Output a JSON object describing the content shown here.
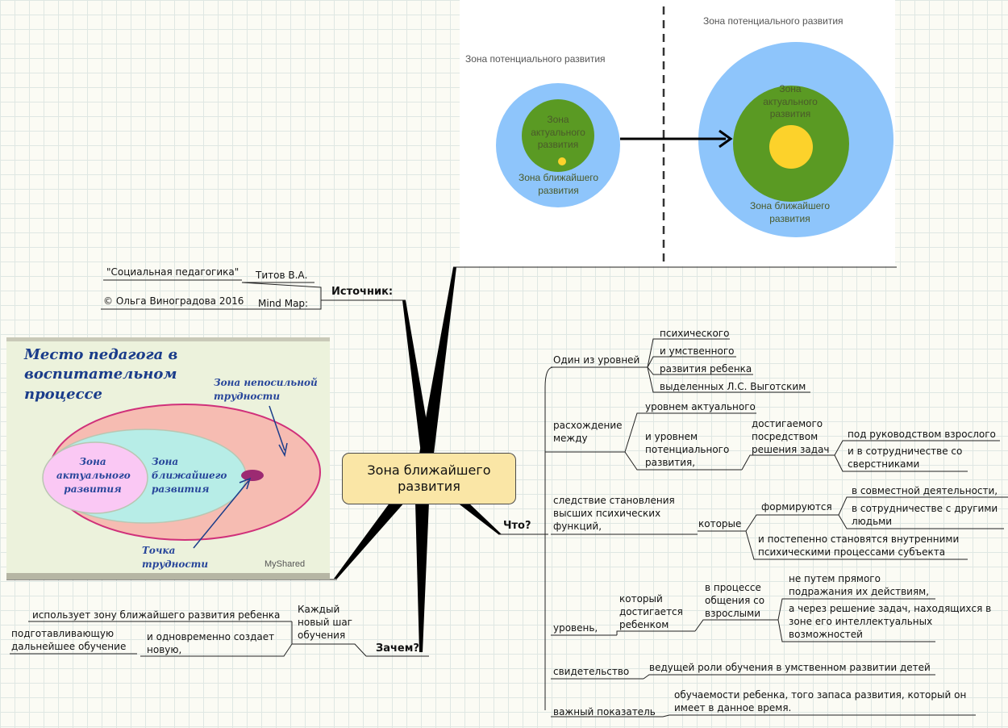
{
  "central_topic": "Зона ближайшего\nразвития",
  "source": {
    "label": "Источник:",
    "author": "Титов В.А.",
    "book": "\"Социальная педагогика\"",
    "mindmap_label": "Mind Map:",
    "copyright": "© Ольга Виноградова 2016"
  },
  "why": {
    "label": "Зачем?",
    "step": "Каждый\nновый шаг\nобучения",
    "uses": "использует зону ближайшего развития ребенка",
    "creates": "и одновременно создает\nновую,",
    "preparing": "подготавливающую\nдальнейшее обучение"
  },
  "what": {
    "label": "Что?",
    "one_of_levels": "Один из уровней",
    "levels": [
      "психического",
      "и умственного",
      "развития ребенка",
      "выделенных Л.С. Выготским"
    ],
    "divergence": "расхождение\nмежду",
    "actual_level": "уровнем актуального",
    "potential_level": "и уровнем\nпотенциального\nразвития,",
    "achieved": "достигаемого\nпосредством\nрешения задач",
    "under_guidance": "под руководством взрослого",
    "with_peers": "и в сотрудничестве со\nсверстниками",
    "consequence": "следствие становления\nвысших психических\nфункций,",
    "which": "которые",
    "formed": "формируются",
    "joint_activity": "в совместной деятельности,",
    "cooperation": "в сотрудничестве с другими\nлюдьми",
    "internal": "и постепенно становятся внутренними\nпсихическими процессами субъекта",
    "level": "уровень,",
    "achieved_by_child": "который\nдостигается\nребенком",
    "in_process": "в процессе\nобщения со\nвзрослыми",
    "not_imitation": "не путем прямого\nподражания их действиям,",
    "but_tasks": "а через решение задач, находящихся в\nзоне его интеллектуальных\nвозможностей",
    "evidence": "свидетельство",
    "leading_role": "ведущей роли обучения в умственном развитии детей",
    "indicator": "важный показатель",
    "learnability": "обучаемости ребенка, того запаса развития, который он\nимеет в данное время."
  },
  "zones_image": {
    "small_potential": "Зона потенциального развития",
    "small_actual": "Зона\nактуального\nразвития",
    "small_near": "Зона ближайшего\nразвития",
    "big_potential": "Зона потенциального развития",
    "big_actual": "Зона\nактуального\nразвития",
    "big_near": "Зона ближайшего\nразвития",
    "colors": {
      "blue": "#8ec5fb",
      "green": "#5a9a23",
      "yellow": "#fcd22b"
    }
  },
  "pedagog_image": {
    "title": "Место педагога в воспитательном\nпроцессе",
    "unbearable": "Зона непосильной\nтрудности",
    "actual": "Зона\nактуального\nразвития",
    "near": "Зона\nближайшего\nразвития",
    "difficulty_point": "Точка\nтрудности",
    "watermark": "MyShared"
  }
}
